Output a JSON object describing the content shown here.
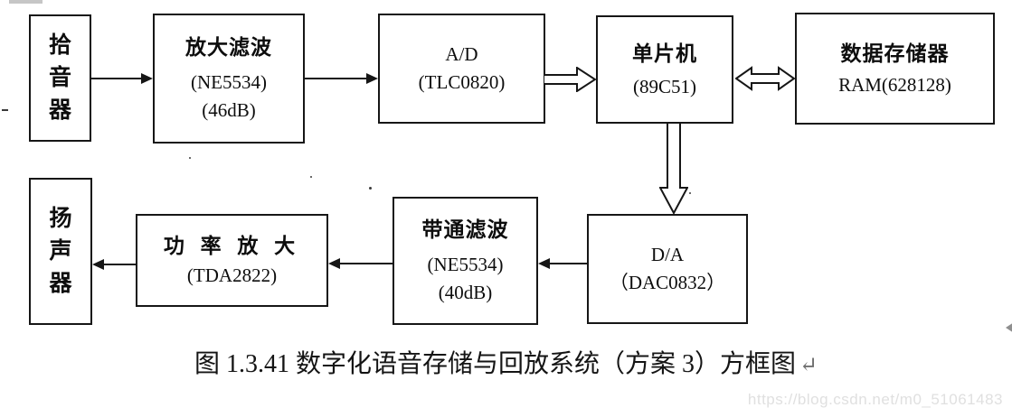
{
  "diagram": {
    "blocks": {
      "pickup": {
        "label": "拾音器",
        "chars": [
          "拾",
          "音",
          "器"
        ]
      },
      "amp_filter": {
        "title": "放大滤波",
        "sub1": "(NE5534)",
        "sub2": "(46dB)"
      },
      "adc": {
        "title": "A/D",
        "sub1": "(TLC0820)"
      },
      "mcu": {
        "title": "单片机",
        "sub1": "(89C51)"
      },
      "ram": {
        "title": "数据存储器",
        "sub1": "RAM(628128)"
      },
      "speaker": {
        "label": "扬声器",
        "chars": [
          "扬",
          "声",
          "器"
        ]
      },
      "power_amp": {
        "title": "功 率 放 大",
        "sub1": "(TDA2822)"
      },
      "bandpass": {
        "title": "带通滤波",
        "sub1": "(NE5534)",
        "sub2": "(40dB)"
      },
      "dac": {
        "title": "D/A",
        "sub1": "（DAC0832）"
      }
    },
    "caption": {
      "text": "图 1.3.41 数字化语音存储与回放系统（方案 3）方框图",
      "return_mark": "↵"
    },
    "watermark": "https://blog.csdn.net/m0_51061483",
    "colors": {
      "line": "#161616",
      "box_border": "#161616",
      "watermark": "#e0e0e0",
      "return_mark": "#6f6f6f"
    }
  }
}
